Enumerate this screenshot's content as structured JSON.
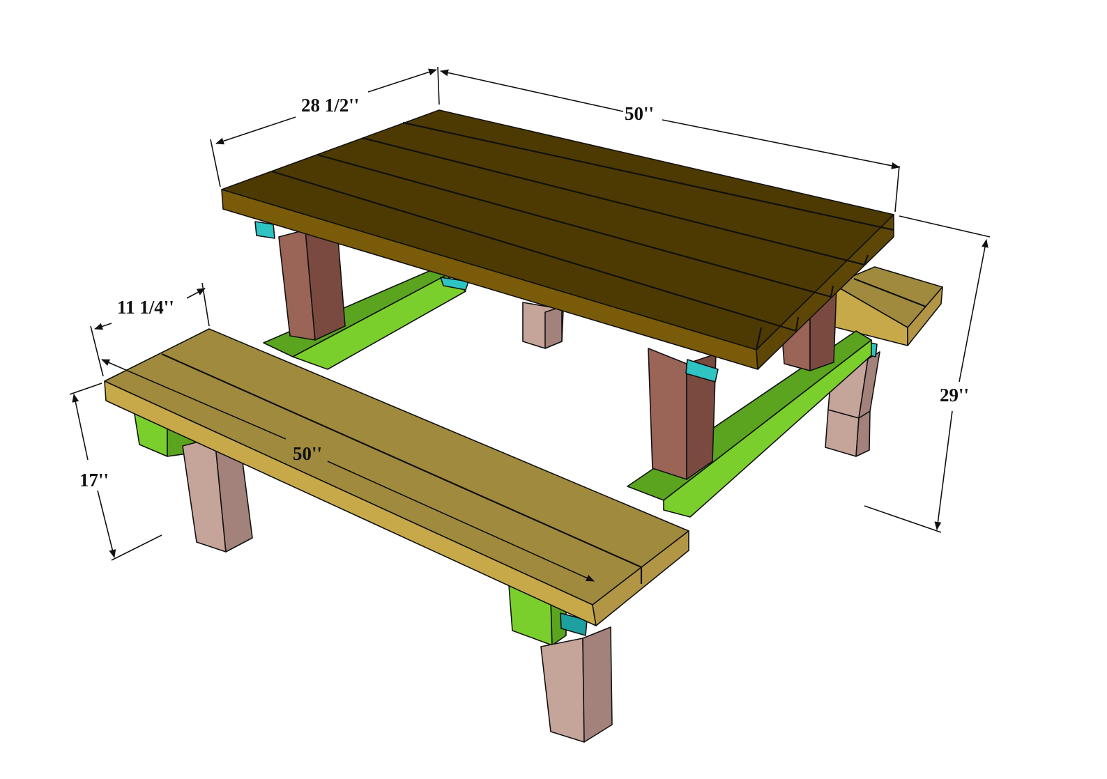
{
  "dimensions": {
    "table_width": "28 1/2''",
    "table_length": "50''",
    "table_height": "29''",
    "bench_width": "11 1/4''",
    "bench_length": "50''",
    "bench_height": "17''"
  },
  "colors": {
    "tabletop": "#4d3a02",
    "tabletop_front": "#7a5b0a",
    "bench_top": "#a08a3e",
    "bench_front": "#c7a94a",
    "leg_front": "#9a6456",
    "leg_side": "#7a4a40",
    "bench_leg_front": "#c5a49a",
    "bench_leg_side": "#a2827a",
    "support_light": "#7bcf2c",
    "support_dark": "#5aa41f",
    "bracket": "#2ec4c4",
    "dimension_lines": "#111111"
  }
}
